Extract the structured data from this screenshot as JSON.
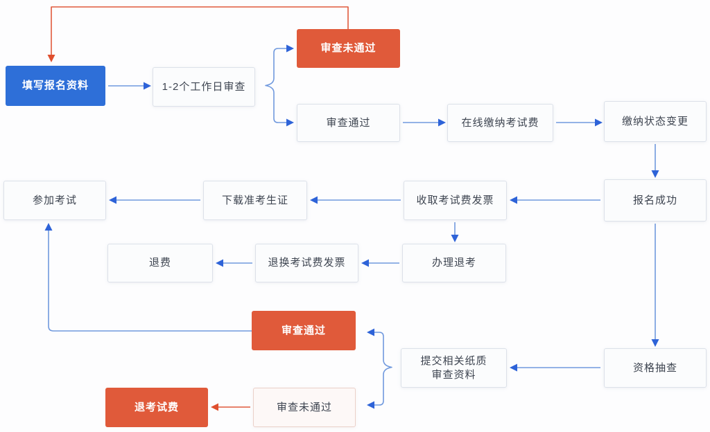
{
  "diagram": {
    "title": "exam-registration-flowchart",
    "background": "#fdfdfe",
    "colors": {
      "blue_node_bg": "#2E6FD8",
      "red_node_bg": "#E05A3A",
      "light_node_bg": "#FBFCFD",
      "light_node_border": "#DCE1E9",
      "pink_node_bg": "#FDF8F7",
      "pink_node_border": "#EAD0C9",
      "node_text_dark": "#3D4450",
      "node_text_light": "#FFFFFF",
      "blue_connector": "#7099DE",
      "blue_arrowhead": "#2E63D8",
      "red_connector": "#E0593C"
    },
    "nodes": [
      {
        "id": "fill-registration-info",
        "label": "填写报名资料",
        "style": "blue"
      },
      {
        "id": "review-1-2-days",
        "label": "1-2个工作日审查",
        "style": "light"
      },
      {
        "id": "review-failed-top",
        "label": "审查未通过",
        "style": "red"
      },
      {
        "id": "review-passed-top",
        "label": "审查通过",
        "style": "light"
      },
      {
        "id": "pay-exam-fee-online",
        "label": "在线缴纳考试费",
        "style": "light"
      },
      {
        "id": "payment-status-change",
        "label": "缴纳状态变更",
        "style": "light"
      },
      {
        "id": "registration-success",
        "label": "报名成功",
        "style": "light"
      },
      {
        "id": "receive-exam-fee-invoice",
        "label": "收取考试费发票",
        "style": "light"
      },
      {
        "id": "download-admission-ticket",
        "label": "下载准考生证",
        "style": "light"
      },
      {
        "id": "take-exam",
        "label": "参加考试",
        "style": "light"
      },
      {
        "id": "refund",
        "label": "退费",
        "style": "light"
      },
      {
        "id": "return-exam-fee-invoice",
        "label": "退换考试费发票",
        "style": "light"
      },
      {
        "id": "process-exam-withdrawal",
        "label": "办理退考",
        "style": "light"
      },
      {
        "id": "review-passed-bottom",
        "label": "审查通过",
        "style": "red"
      },
      {
        "id": "submit-paper-materials",
        "label": "提交相关纸质",
        "label2": "审查资料",
        "style": "light"
      },
      {
        "id": "qualification-spot-check",
        "label": "资格抽查",
        "style": "light"
      },
      {
        "id": "refund-exam-fee",
        "label": "退考试费",
        "style": "red"
      },
      {
        "id": "review-failed-bottom",
        "label": "审查未通过",
        "style": "pink"
      }
    ],
    "edges": [
      {
        "from": "review-failed-top",
        "to": "fill-registration-info",
        "color": "red"
      },
      {
        "from": "fill-registration-info",
        "to": "review-1-2-days",
        "color": "blue"
      },
      {
        "from": "review-1-2-days",
        "to": "review-failed-top",
        "color": "blue"
      },
      {
        "from": "review-1-2-days",
        "to": "review-passed-top",
        "color": "blue"
      },
      {
        "from": "review-passed-top",
        "to": "pay-exam-fee-online",
        "color": "blue"
      },
      {
        "from": "pay-exam-fee-online",
        "to": "payment-status-change",
        "color": "blue"
      },
      {
        "from": "payment-status-change",
        "to": "registration-success",
        "color": "blue"
      },
      {
        "from": "registration-success",
        "to": "receive-exam-fee-invoice",
        "color": "blue"
      },
      {
        "from": "receive-exam-fee-invoice",
        "to": "download-admission-ticket",
        "color": "blue"
      },
      {
        "from": "download-admission-ticket",
        "to": "take-exam",
        "color": "blue"
      },
      {
        "from": "receive-exam-fee-invoice",
        "to": "process-exam-withdrawal",
        "color": "blue"
      },
      {
        "from": "process-exam-withdrawal",
        "to": "return-exam-fee-invoice",
        "color": "blue"
      },
      {
        "from": "return-exam-fee-invoice",
        "to": "refund",
        "color": "blue"
      },
      {
        "from": "registration-success",
        "to": "qualification-spot-check",
        "color": "blue"
      },
      {
        "from": "qualification-spot-check",
        "to": "submit-paper-materials",
        "color": "blue"
      },
      {
        "from": "submit-paper-materials",
        "to": "review-passed-bottom",
        "color": "blue"
      },
      {
        "from": "submit-paper-materials",
        "to": "review-failed-bottom",
        "color": "blue"
      },
      {
        "from": "review-passed-bottom",
        "to": "take-exam",
        "color": "blue"
      },
      {
        "from": "review-failed-bottom",
        "to": "refund-exam-fee",
        "color": "red"
      }
    ]
  }
}
